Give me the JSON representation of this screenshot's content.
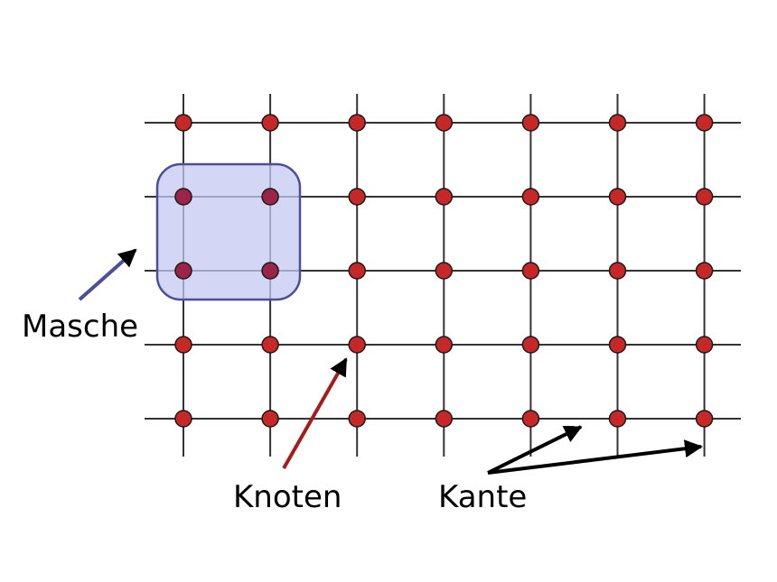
{
  "labels": {
    "mesh": "Masche",
    "node": "Knoten",
    "edge": "Kante"
  },
  "grid": {
    "columns": 7,
    "rows": 5
  },
  "colors": {
    "background": "#ffffff",
    "grid_line": "#333333",
    "node_fill": "#c62828",
    "node_stroke": "#1a1a1a",
    "mesh_fill": "#c6c8f1",
    "mesh_stroke": "#4b4f9a",
    "mesh_arrow": "#4b4f9a",
    "node_arrow": "#a61c1c",
    "edge_arrow": "#000000"
  }
}
